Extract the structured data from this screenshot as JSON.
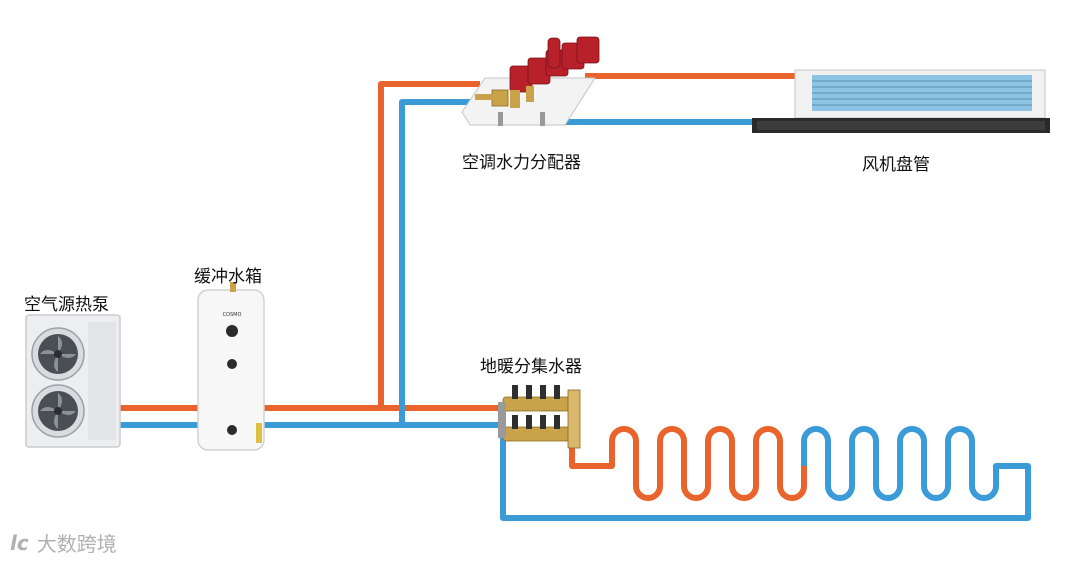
{
  "labels": {
    "heat_pump": "空气源热泵",
    "buffer_tank": "缓冲水箱",
    "ac_manifold": "空调水力分配器",
    "fan_coil": "风机盘管",
    "floor_manifold": "地暖分集水器"
  },
  "tank_brand": "COSMO",
  "watermark": {
    "logo_text": "lc",
    "text": "大数跨境"
  },
  "colors": {
    "supply_pipe": "#e8642c",
    "return_pipe": "#3a9bd6",
    "valve_red": "#b8202a",
    "brass": "#c9a24a"
  }
}
